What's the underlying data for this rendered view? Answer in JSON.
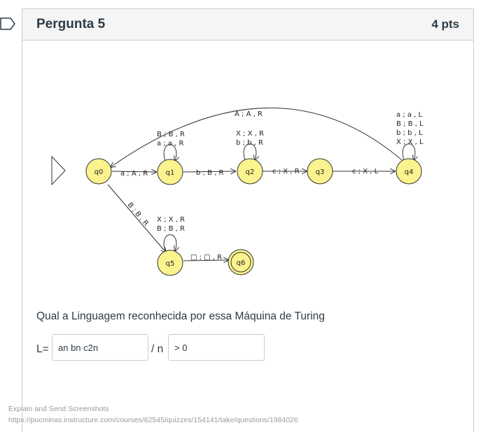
{
  "question": {
    "title": "Pergunta 5",
    "points": "4 pts",
    "prompt": "Qual a Linguagem reconhecida por essa Máquina de Turing",
    "language_label": "L=",
    "separator_label": "/ n",
    "language_value": "an bn c2n",
    "condition_value": "> 0"
  },
  "diagram": {
    "states": {
      "q0": "q0",
      "q1": "q1",
      "q2": "q2",
      "q3": "q3",
      "q4": "q4",
      "q5": "q5",
      "q6": "q6"
    },
    "transitions": {
      "q0_q1": "a ; A , R",
      "q0_q5": "B ; B , R",
      "q1_q2": "b ; B , R",
      "q2_q3": "c ; X , R",
      "q3_q4": "c ; X , L",
      "q4_q0": "A ; A , R",
      "q5_q6": "□ ; □ , R",
      "q1_loop": [
        "B ; B , R",
        "a ; a , R"
      ],
      "q2_loop": [
        "X ; X , R",
        "b ; b , R"
      ],
      "q4_loop": [
        "a ; a , L",
        "B ; B , L",
        "b ; b , L",
        "X ; X , L"
      ],
      "q5_loop": [
        "X ; X , R",
        "B ; B , R"
      ]
    },
    "state_fill": "#fbf38e",
    "edge_color": "#333333"
  },
  "overlay": {
    "caption": "Explain and Send Screenshots",
    "url": "https://pucminas.instructure.com/courses/62545/quizzes/154141/take/questions/1984026"
  }
}
